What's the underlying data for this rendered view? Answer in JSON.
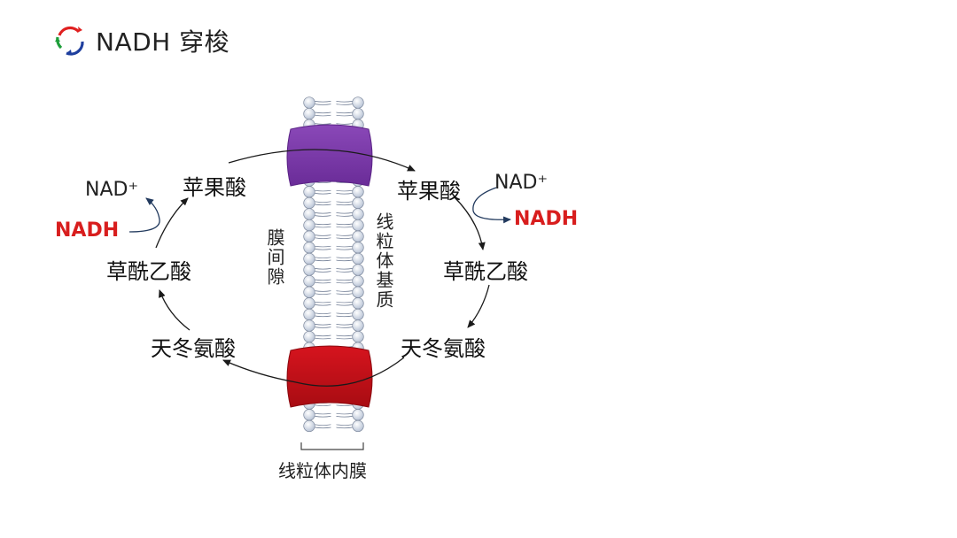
{
  "header": {
    "title": "NADH 穿梭",
    "logo_icon": "cycle-arrows-icon"
  },
  "left": {
    "malate": "苹果酸",
    "oxaloacetate": "草酰乙酸",
    "aspartate": "天冬氨酸",
    "nad_plus": "NAD⁺",
    "nadh": "NADH"
  },
  "right": {
    "malate": "苹果酸",
    "oxaloacetate": "草酰乙酸",
    "aspartate": "天冬氨酸",
    "nad_plus": "NAD⁺",
    "nadh": "NADH"
  },
  "regions": {
    "intermembrane": "膜间隙",
    "matrix": "线粒体基质",
    "membrane": "线粒体内膜"
  },
  "colors": {
    "nadh_red": "#d81e1e",
    "transporter_top": "#7b3aa8",
    "transporter_bottom": "#c8101a",
    "arrow": "#1a1a1a",
    "nad_arrow": "#223a5e"
  }
}
